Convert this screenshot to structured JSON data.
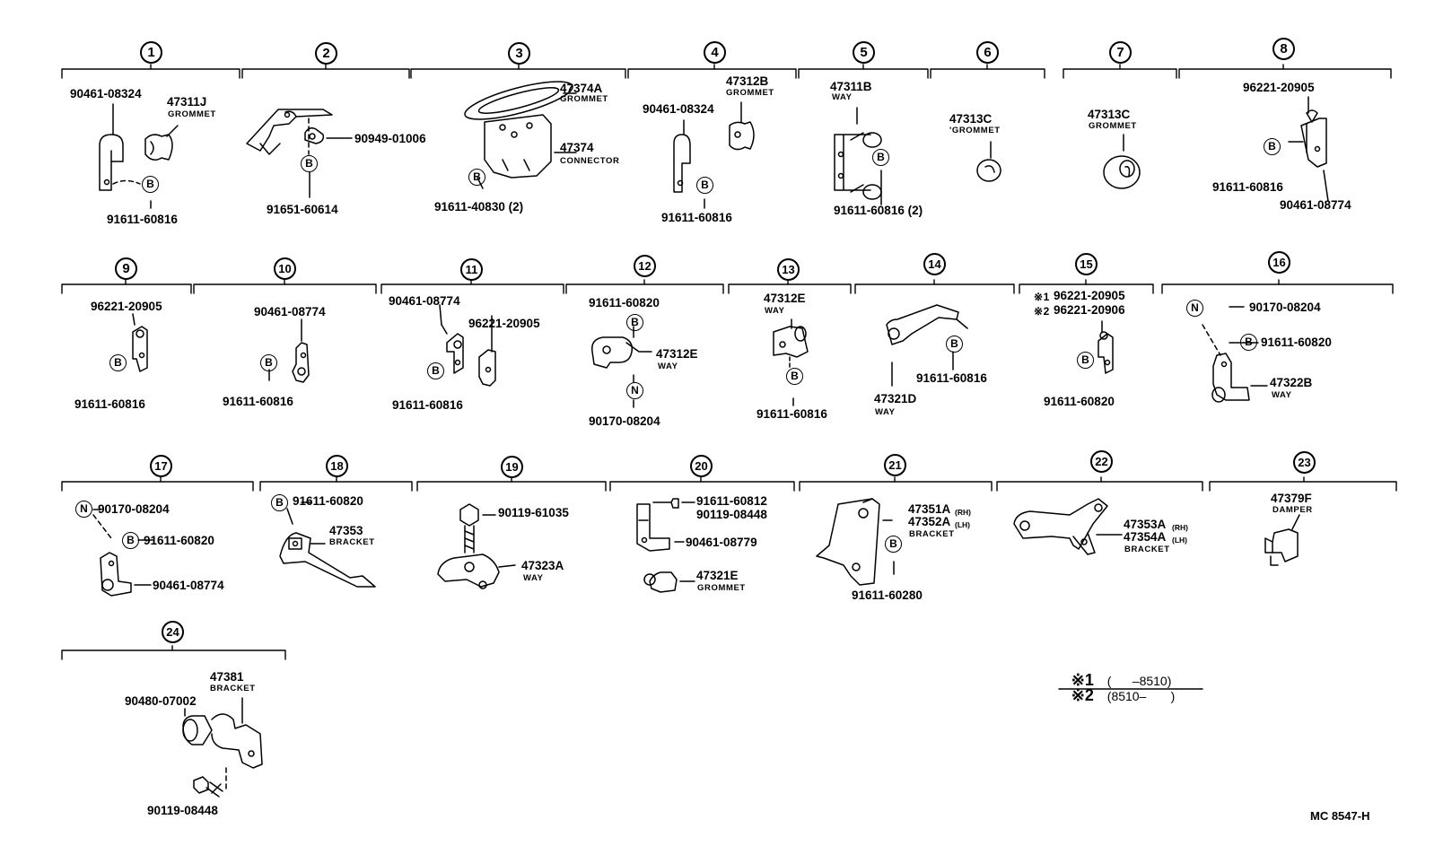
{
  "diagram_code": "MC 8547-H",
  "legend": [
    {
      "mark": "※1",
      "range": "(      –8510)"
    },
    {
      "mark": "※2",
      "range": "(8510–       )"
    }
  ],
  "markers": {
    "b": "B",
    "n": "N"
  },
  "groups": [
    {
      "num": "1",
      "labels": [
        "90461-08324",
        "47311J",
        "91611-60816"
      ],
      "subs": [
        "GROMMET"
      ]
    },
    {
      "num": "2",
      "labels": [
        "90949-01006",
        "91651-60614"
      ],
      "subs": []
    },
    {
      "num": "3",
      "labels": [
        "47374A",
        "47374",
        "91611-40830 (2)"
      ],
      "subs": [
        "GROMMET",
        "CONNECTOR"
      ]
    },
    {
      "num": "4",
      "labels": [
        "47312B",
        "90461-08324",
        "91611-60816"
      ],
      "subs": [
        "GROMMET"
      ]
    },
    {
      "num": "5",
      "labels": [
        "47311B",
        "91611-60816 (2)"
      ],
      "subs": [
        "WAY"
      ]
    },
    {
      "num": "6",
      "labels": [
        "47313C"
      ],
      "subs": [
        "'GROMMET"
      ]
    },
    {
      "num": "7",
      "labels": [
        "47313C"
      ],
      "subs": [
        "GROMMET"
      ]
    },
    {
      "num": "8",
      "labels": [
        "96221-20905",
        "91611-60816",
        "90461-08774"
      ],
      "subs": []
    },
    {
      "num": "9",
      "labels": [
        "96221-20905",
        "91611-60816"
      ],
      "subs": []
    },
    {
      "num": "10",
      "labels": [
        "90461-08774",
        "91611-60816"
      ],
      "subs": []
    },
    {
      "num": "11",
      "labels": [
        "90461-08774",
        "96221-20905",
        "91611-60816"
      ],
      "subs": []
    },
    {
      "num": "12",
      "labels": [
        "91611-60820",
        "47312E",
        "90170-08204"
      ],
      "subs": [
        "WAY"
      ]
    },
    {
      "num": "13",
      "labels": [
        "47312E",
        "91611-60816"
      ],
      "subs": [
        "WAY"
      ]
    },
    {
      "num": "14",
      "labels": [
        "91611-60816",
        "47321D"
      ],
      "subs": [
        "WAY"
      ]
    },
    {
      "num": "15",
      "labels": [
        "96221-20905",
        "96221-20906",
        "91611-60820"
      ],
      "subs": [
        "※1",
        "※2"
      ]
    },
    {
      "num": "16",
      "labels": [
        "90170-08204",
        "91611-60820",
        "47322B"
      ],
      "subs": [
        "WAY"
      ]
    },
    {
      "num": "17",
      "labels": [
        "90170-08204",
        "91611-60820",
        "90461-08774"
      ],
      "subs": []
    },
    {
      "num": "18",
      "labels": [
        "91611-60820",
        "47353"
      ],
      "subs": [
        "BRACKET"
      ]
    },
    {
      "num": "19",
      "labels": [
        "90119-61035",
        "47323A"
      ],
      "subs": [
        "WAY"
      ]
    },
    {
      "num": "20",
      "labels": [
        "91611-60812",
        "90119-08448",
        "90461-08779",
        "47321E"
      ],
      "subs": [
        "GROMMET"
      ]
    },
    {
      "num": "21",
      "labels": [
        "47351A",
        "47352A",
        "91611-60280"
      ],
      "subs": [
        "(RH)",
        "(LH)",
        "BRACKET"
      ]
    },
    {
      "num": "22",
      "labels": [
        "47353A",
        "47354A"
      ],
      "subs": [
        "(RH)",
        "(LH)",
        "BRACKET"
      ]
    },
    {
      "num": "23",
      "labels": [
        "47379F"
      ],
      "subs": [
        "DAMPER"
      ]
    },
    {
      "num": "24",
      "labels": [
        "47381",
        "90480-07002",
        "90119-08448"
      ],
      "subs": [
        "BRACKET"
      ]
    }
  ]
}
